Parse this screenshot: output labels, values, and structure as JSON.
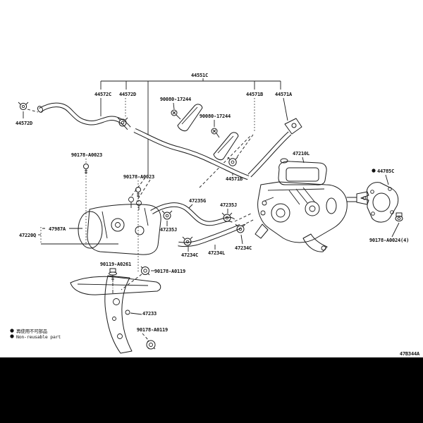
{
  "callouts": [
    "44551C",
    "44572C",
    "44572D",
    "90080-17244",
    "90080-17244",
    "44571B",
    "44571A",
    "44572D",
    "90178-A0023",
    "90178-A0023",
    "47210L",
    "44785C",
    "44571B",
    "47235G",
    "47235J",
    "47235J",
    "47987A",
    "47220Q",
    "47234C",
    "47234L",
    "47234C",
    "90119-A0261",
    "90178-A0119",
    "47233",
    "90178-A0119",
    "90178-A0024(4)"
  ],
  "legend": {
    "items": [
      {
        "text": "再使用不可部品"
      },
      {
        "text": "Non-reusable part"
      }
    ]
  },
  "drawing_code": "47B344A",
  "colors": {
    "line": "#1b1b1b",
    "background": "#ffffff",
    "footer_bar": "#000000"
  }
}
